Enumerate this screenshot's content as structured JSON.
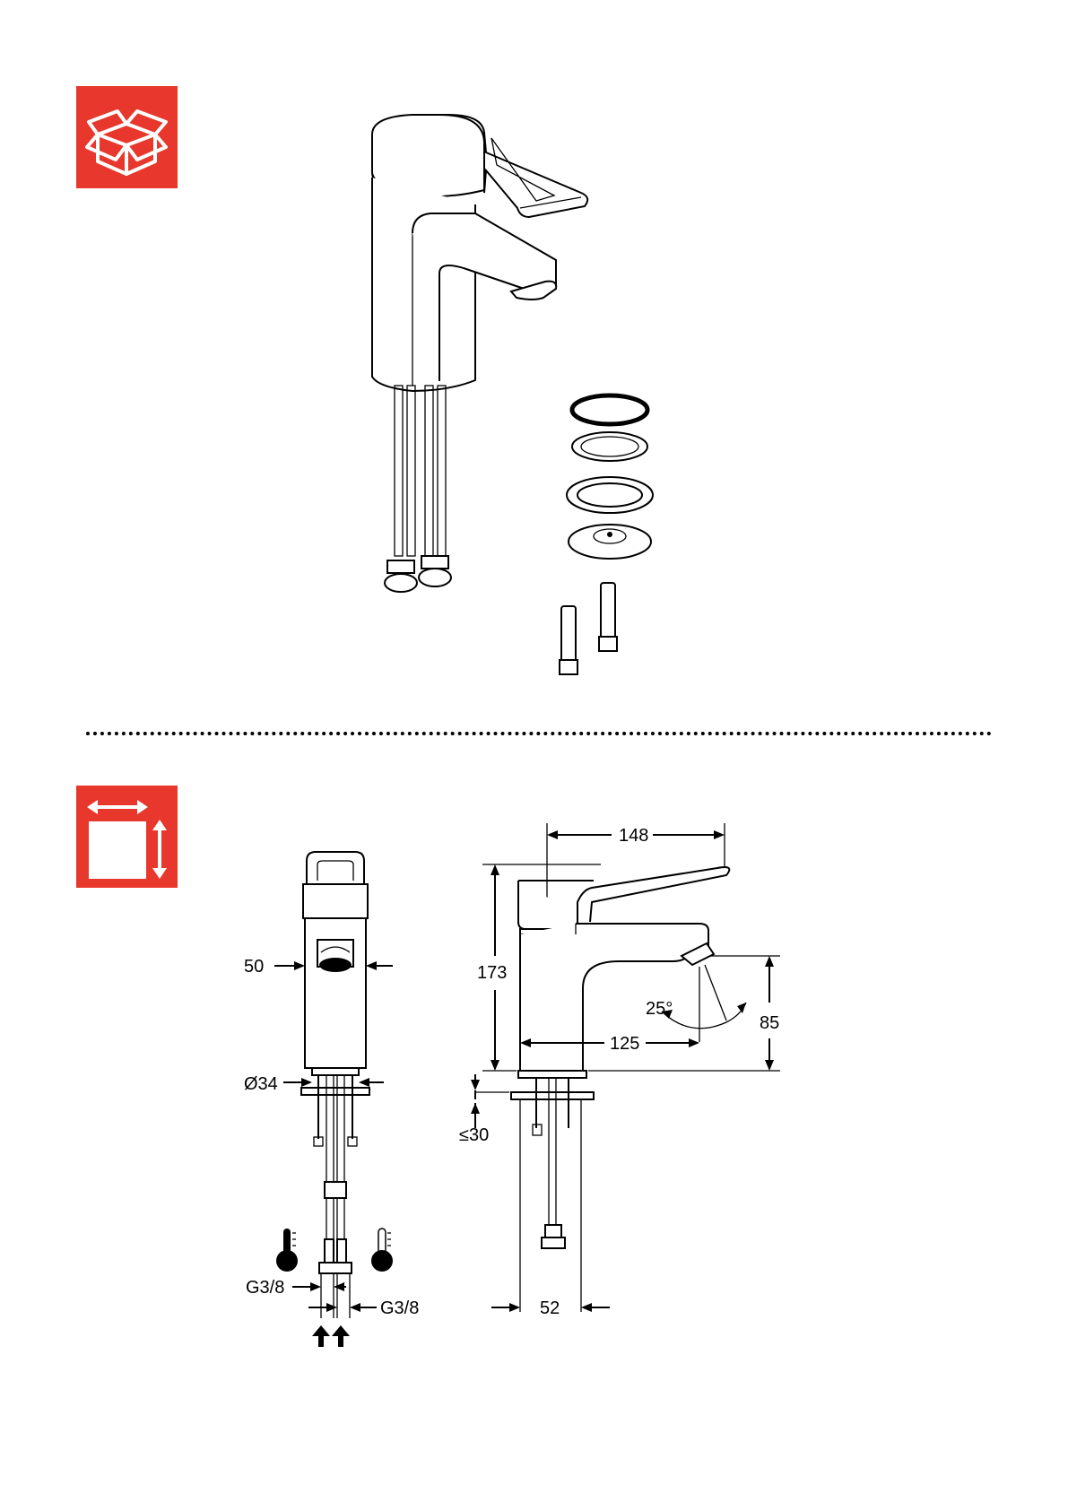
{
  "colors": {
    "badge_red": "#e8372c",
    "line": "#000000",
    "background": "#ffffff"
  },
  "badges": {
    "scope_of_delivery": {
      "icon": "open-box-icon"
    },
    "dimensions": {
      "icon": "dimensions-icon"
    }
  },
  "front_view": {
    "width_label": "50",
    "diameter_label": "Ø34",
    "hot_icon": "thermometer-hot-icon",
    "cold_icon": "thermometer-cold-icon",
    "connection_left_label": "G3/8",
    "connection_right_label": "G3/8",
    "flow_icon": "double-up-arrow-icon"
  },
  "side_view": {
    "length_label": "148",
    "height_label": "173",
    "spout_height_label": "85",
    "angle_label": "25°",
    "spout_reach_label": "125",
    "thickness_label": "≤30",
    "base_width_label": "52"
  }
}
